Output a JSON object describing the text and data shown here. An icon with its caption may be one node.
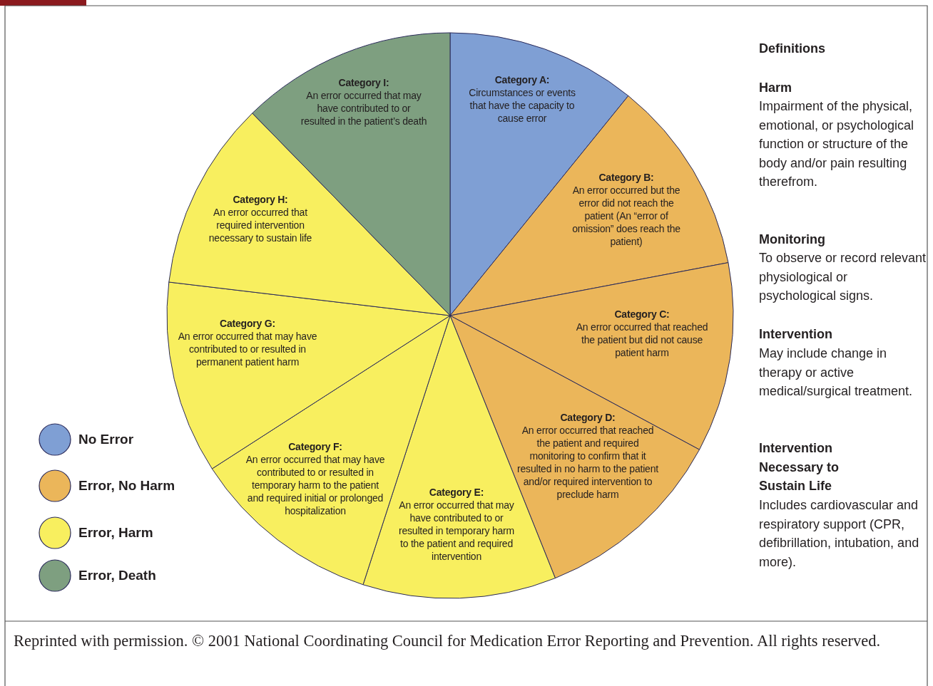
{
  "diagram": {
    "caption": "Reprinted with permission. © 2001 National Coordinating Council for Medication Error Reporting and Prevention. All rights reserved.",
    "nodes": [
      {
        "text": [
          "Category A:",
          "Circumstances or events that have the capacity to cause error"
        ]
      },
      {
        "text": [
          "Category B:",
          "An error occurred but the error did not reach the patient (An “error of omission” does reach the patient)"
        ]
      },
      {
        "text": [
          "Category C:",
          "An error occurred that reached the patient but did not cause patient harm"
        ]
      },
      {
        "text": [
          "Category D:",
          "An error occurred that reached the patient and required monitoring to confirm that it resulted in no harm to the patient and/or required intervention to preclude harm"
        ]
      },
      {
        "text": [
          "Category E:",
          "An error occurred that may have contributed to or resulted in temporary harm to the patient and required intervention"
        ]
      },
      {
        "text": [
          "Category F:",
          "An error occurred that may have contributed to or resulted in temporary harm to the patient and required initial or prolonged hospitalization"
        ]
      },
      {
        "text": [
          "Category G:",
          "An error occurred that may have contributed to or resulted in permanent patient harm"
        ]
      },
      {
        "text": [
          "Category H:",
          "An error occurred that required intervention necessary to sustain life"
        ]
      },
      {
        "text": [
          "Category I:",
          "An error occurred that may have contributed to or resulted in the patient’s death"
        ]
      }
    ],
    "edges": [],
    "labels": [
      "Definitions",
      "Harm",
      "Impairment of the physical, emotional, or psychological function or structure of the body and/or pain resulting therefrom.",
      "Monitoring",
      "To observe or record relevant physiological or psychological signs.",
      "Intervention",
      "May include change in therapy or active medical/surgical treatment.",
      "Intervention Necessary to Sustain Life",
      "Includes cardiovascular and respiratory support (CPR, defibrillation, intubation, and more)."
    ],
    "legend": [
      {
        "text": "No Error",
        "color": "#7f9fd4"
      },
      {
        "text": "Error, No Harm",
        "color": "#ebb65a"
      },
      {
        "text": "Error, Harm",
        "color": "#f8ef5f"
      },
      {
        "text": "Error, Death",
        "color": "#7e9f80"
      }
    ]
  }
}
